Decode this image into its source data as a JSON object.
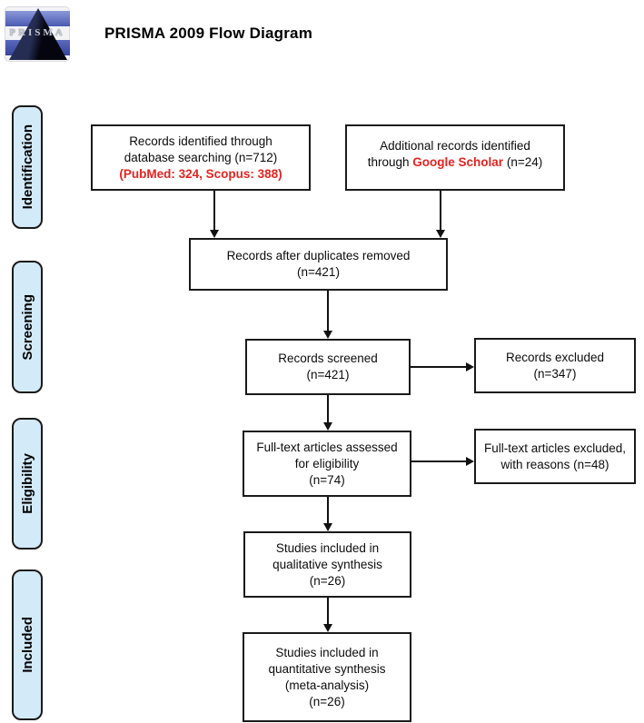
{
  "header": {
    "title": "PRISMA 2009 Flow Diagram",
    "logo_text": "PRISMA"
  },
  "colors": {
    "red": "#e42320",
    "stage_fill": "#d3eaf8"
  },
  "stages": [
    {
      "label": "Identification"
    },
    {
      "label": "Screening"
    },
    {
      "label": "Eligibility"
    },
    {
      "label": "Included"
    }
  ],
  "boxes": {
    "db_search": {
      "line1": "Records identified through",
      "line2": "database searching (n=712)",
      "line3": "(PubMed: 324, Scopus: 388)"
    },
    "google_scholar": {
      "line1": "Additional records identified",
      "line2_pre": "through ",
      "line2_red": "Google Scholar",
      "line2_post": " (n=24)"
    },
    "duplicates_removed": {
      "line1": "Records after duplicates removed",
      "line2": "(n=421)"
    },
    "screened": {
      "line1": "Records screened",
      "line2": "(n=421)"
    },
    "excluded": {
      "line1": "Records excluded",
      "line2": "(n=347)"
    },
    "fulltext_assessed": {
      "line1": "Full-text articles assessed",
      "line2": "for eligibility",
      "line3": "(n=74)"
    },
    "fulltext_excluded": {
      "line1": "Full-text articles excluded,",
      "line2": "with reasons (n=48)"
    },
    "qualitative": {
      "line1": "Studies included in",
      "line2": "qualitative synthesis",
      "line3": "(n=26)"
    },
    "quantitative": {
      "line1": "Studies included in",
      "line2": "quantitative synthesis",
      "line3": "(meta-analysis)",
      "line4": "(n=26)"
    }
  }
}
